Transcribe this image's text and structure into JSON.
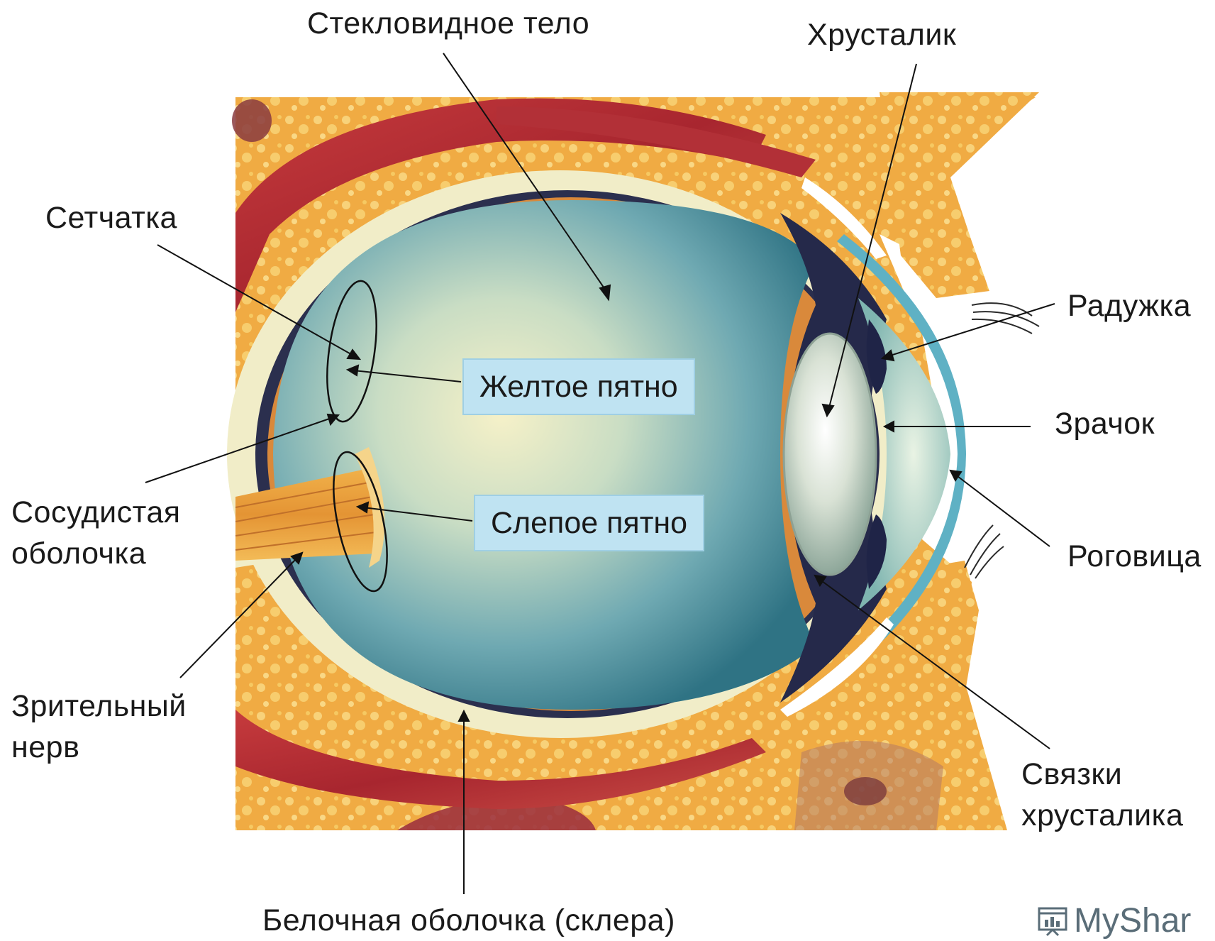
{
  "labels": {
    "vitreous": "Стекловидное тело",
    "lens": "Хрусталик",
    "retina": "Сетчатка",
    "iris": "Радужка",
    "macula": "Желтое пятно",
    "pupil": "Зрачок",
    "choroid_line1": "Сосудистая",
    "choroid_line2": "оболочка",
    "blind_spot": "Слепое пятно",
    "cornea": "Роговица",
    "optic_nerve_line1": "Зрительный",
    "optic_nerve_line2": "нерв",
    "ligaments_line1": "Связки",
    "ligaments_line2": "хрусталика",
    "sclera": "Белочная оболочка (склера)"
  },
  "watermark": {
    "text": "MyShar",
    "icon": "chart-board-icon"
  },
  "colors": {
    "fat": "#f2b24a",
    "fat_spots": "#f8d27a",
    "muscle": "#b8323a",
    "sclera": "#f1edc8",
    "choroid": "#2b2f4e",
    "vitreous_light": "#f3f0c9",
    "vitreous_dark": "#3f8b9a",
    "label_box": "#bfe3f2"
  }
}
